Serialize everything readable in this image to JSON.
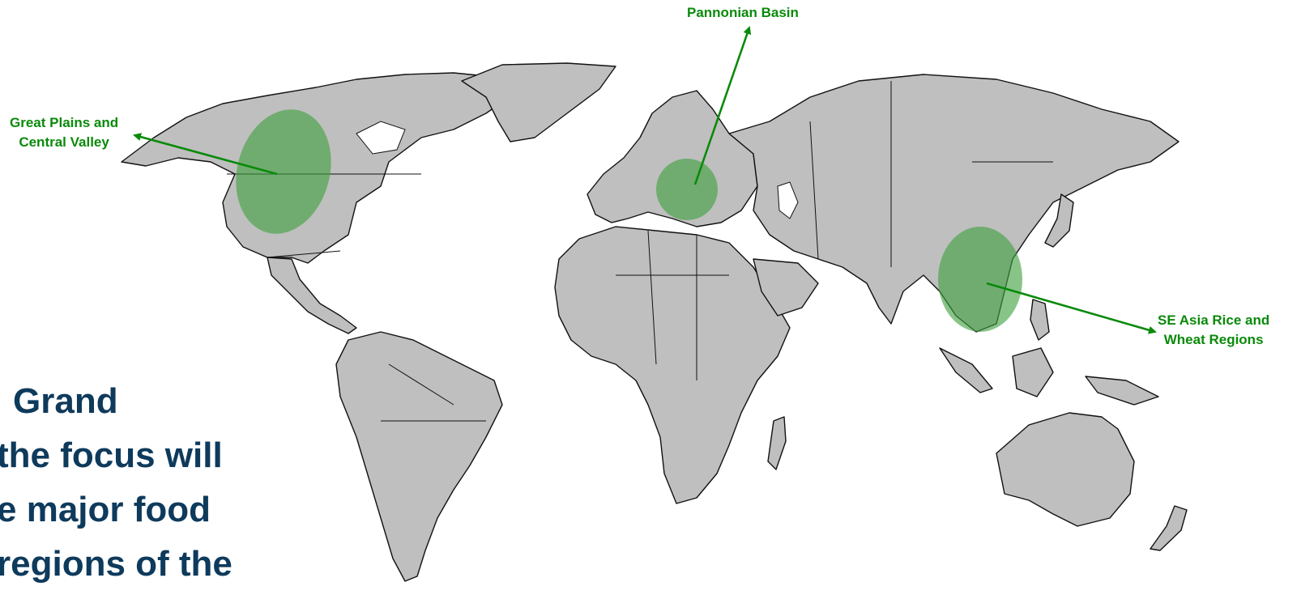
{
  "labels": {
    "pannonian": "Pannonian Basin",
    "great_plains_line1": "Great Plains and",
    "great_plains_line2": "Central Valley",
    "se_asia_line1": "SE Asia Rice and",
    "se_asia_line2": "Wheat Regions"
  },
  "body_text": {
    "line1": "Grand",
    "line2": "the focus will",
    "line3": "e major food",
    "line4": "regions of the"
  },
  "colors": {
    "land": "#bfbfbf",
    "region_highlight": "#3f9f3f",
    "label_green": "#0a8a0a",
    "body_text_blue": "#0e3a5c"
  }
}
